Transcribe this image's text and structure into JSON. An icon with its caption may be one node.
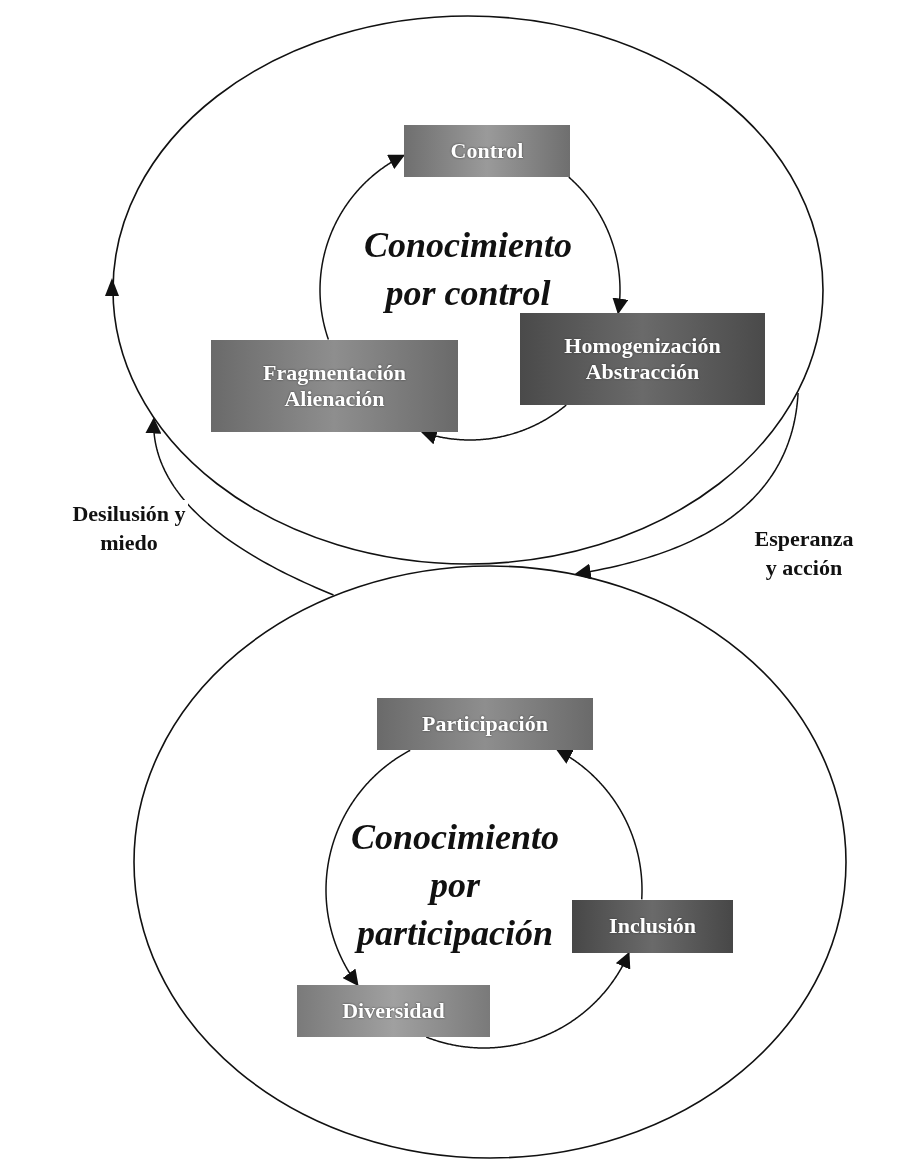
{
  "diagram": {
    "nodes": [
      {
        "text": [
          "Conocimiento por control"
        ]
      },
      {
        "text": [
          "Control"
        ],
        "in": 0
      },
      {
        "text": [
          "Homogenización Abstracción"
        ],
        "in": 0
      },
      {
        "text": [
          "Fragmentación Alienación"
        ],
        "in": 0
      },
      {
        "text": [
          "Conocimiento por participación"
        ]
      },
      {
        "text": [
          "Participación"
        ],
        "in": 4
      },
      {
        "text": [
          "Inclusión"
        ],
        "in": 4
      },
      {
        "text": [
          "Diversidad"
        ],
        "in": 4
      }
    ],
    "edges": [
      {
        "from": 1,
        "to": 2,
        "arrow": "to"
      },
      {
        "from": 2,
        "to": 3,
        "arrow": "to"
      },
      {
        "from": 3,
        "to": 1,
        "arrow": "to"
      },
      {
        "from": 5,
        "to": 7,
        "arrow": "to"
      },
      {
        "from": 7,
        "to": 6,
        "arrow": "to"
      },
      {
        "from": 6,
        "to": 5,
        "arrow": "to"
      },
      {
        "from": 4,
        "to": 0,
        "label": "Desilusión y miedo",
        "arrow": "to"
      },
      {
        "from": 0,
        "to": 4,
        "label": "Esperanza y acción",
        "arrow": "to"
      }
    ]
  }
}
